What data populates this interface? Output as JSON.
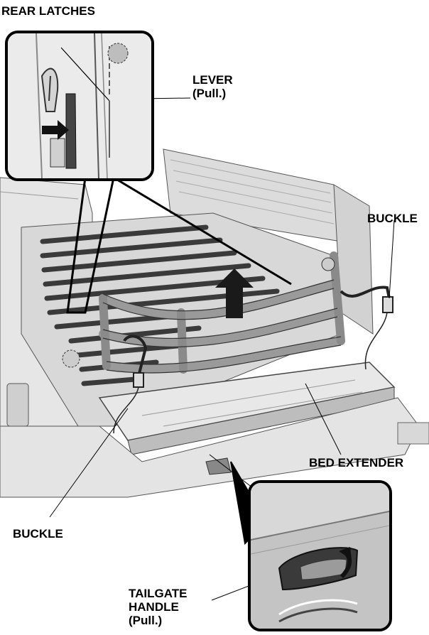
{
  "labels": {
    "rear_latches": "REAR LATCHES",
    "lever_line1": "LEVER",
    "lever_line2": "(Pull.)",
    "buckle_right": "BUCKLE",
    "buckle_left": "BUCKLE",
    "bed_extender": "BED EXTENDER",
    "tailgate_line1": "TAILGATE",
    "tailgate_line2": "HANDLE",
    "tailgate_line3": "(Pull.)"
  },
  "colors": {
    "line": "#000000",
    "body_light": "#efefef",
    "body_mid": "#c9c9c9",
    "body_dark": "#7a7a7a",
    "mat_dark": "#3a3a3a",
    "arrow": "#1a1a1a"
  },
  "icons": {
    "pull_arrow_lever": "arrow-right-icon",
    "lift_arrow": "arrow-up-icon",
    "pull_arrow_handle": "curved-arrow-icon"
  }
}
